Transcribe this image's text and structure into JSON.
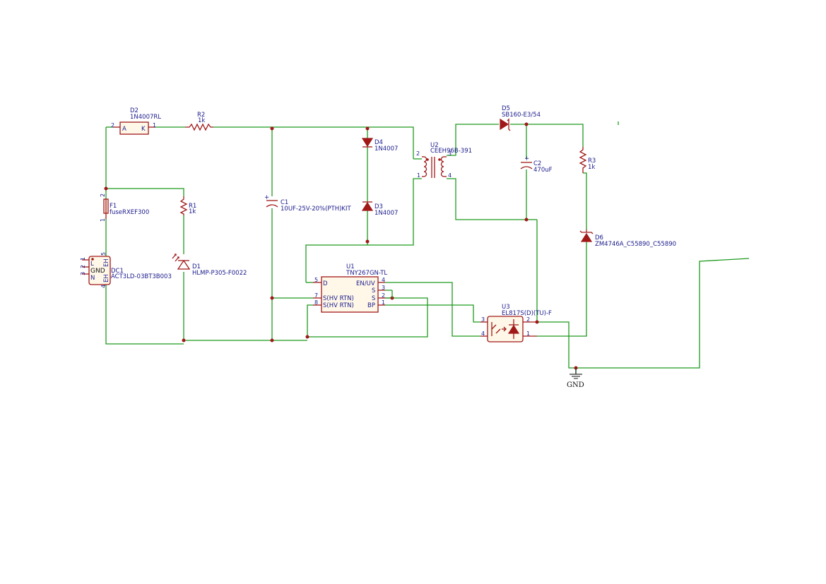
{
  "components": {
    "d2": {
      "ref": "D2",
      "value": "1N4007RL",
      "pin_a": "A",
      "pin_k": "K",
      "pin2": "2",
      "pin1": "1"
    },
    "r2": {
      "ref": "R2",
      "value": "1k"
    },
    "d4": {
      "ref": "D4",
      "value": "1N4007"
    },
    "d3": {
      "ref": "D3",
      "value": "1N4007"
    },
    "u2": {
      "ref": "U2",
      "value": "CEEH96B-391",
      "pin2": "2",
      "pin3": "3",
      "pin1": "1",
      "pin4": "4"
    },
    "d5": {
      "ref": "D5",
      "value": "SB160-E3/54"
    },
    "c2": {
      "ref": "C2",
      "value": "470uF"
    },
    "r3": {
      "ref": "R3",
      "value": "1k"
    },
    "f1": {
      "ref": "F1",
      "value": "fuseRXEF300",
      "pin2": "2",
      "pin1": "1"
    },
    "r1": {
      "ref": "R1",
      "value": "1k"
    },
    "c1": {
      "ref": "C1",
      "value": "10UF-25V-20%(PTH)KIT"
    },
    "d1": {
      "ref": "D1",
      "value": "HLMP-P305-F0022"
    },
    "d6": {
      "ref": "D6",
      "value": "ZM4746A_C55890_C55890"
    },
    "dc1": {
      "ref": "DC1",
      "value": "ACT3LD-03BT3B003",
      "pin_l": "L",
      "pin_gnd": "GND",
      "pin_n": "N",
      "pin_eh5": "EH",
      "pin_eh4": "EH",
      "num1": "1",
      "num2": "2",
      "num3": "3",
      "num5": "5",
      "num4": "4"
    },
    "u1": {
      "ref": "U1",
      "value": "TNY267GN-TL",
      "pins_left": [
        {
          "num": "5",
          "name": "D"
        },
        {
          "num": "7",
          "name": "S(HV RTN)"
        },
        {
          "num": "8",
          "name": "S(HV RTN)"
        }
      ],
      "pins_right": [
        {
          "num": "4",
          "name": "EN/UV"
        },
        {
          "num": "3",
          "name": "S"
        },
        {
          "num": "2",
          "name": "S"
        },
        {
          "num": "1",
          "name": "BP"
        }
      ]
    },
    "u3": {
      "ref": "U3",
      "value": "EL817S(D)(TU)-F",
      "pin3": "3",
      "pin4": "4",
      "pin2": "2",
      "pin1": "1"
    }
  },
  "power": {
    "gnd_label": "GND"
  }
}
